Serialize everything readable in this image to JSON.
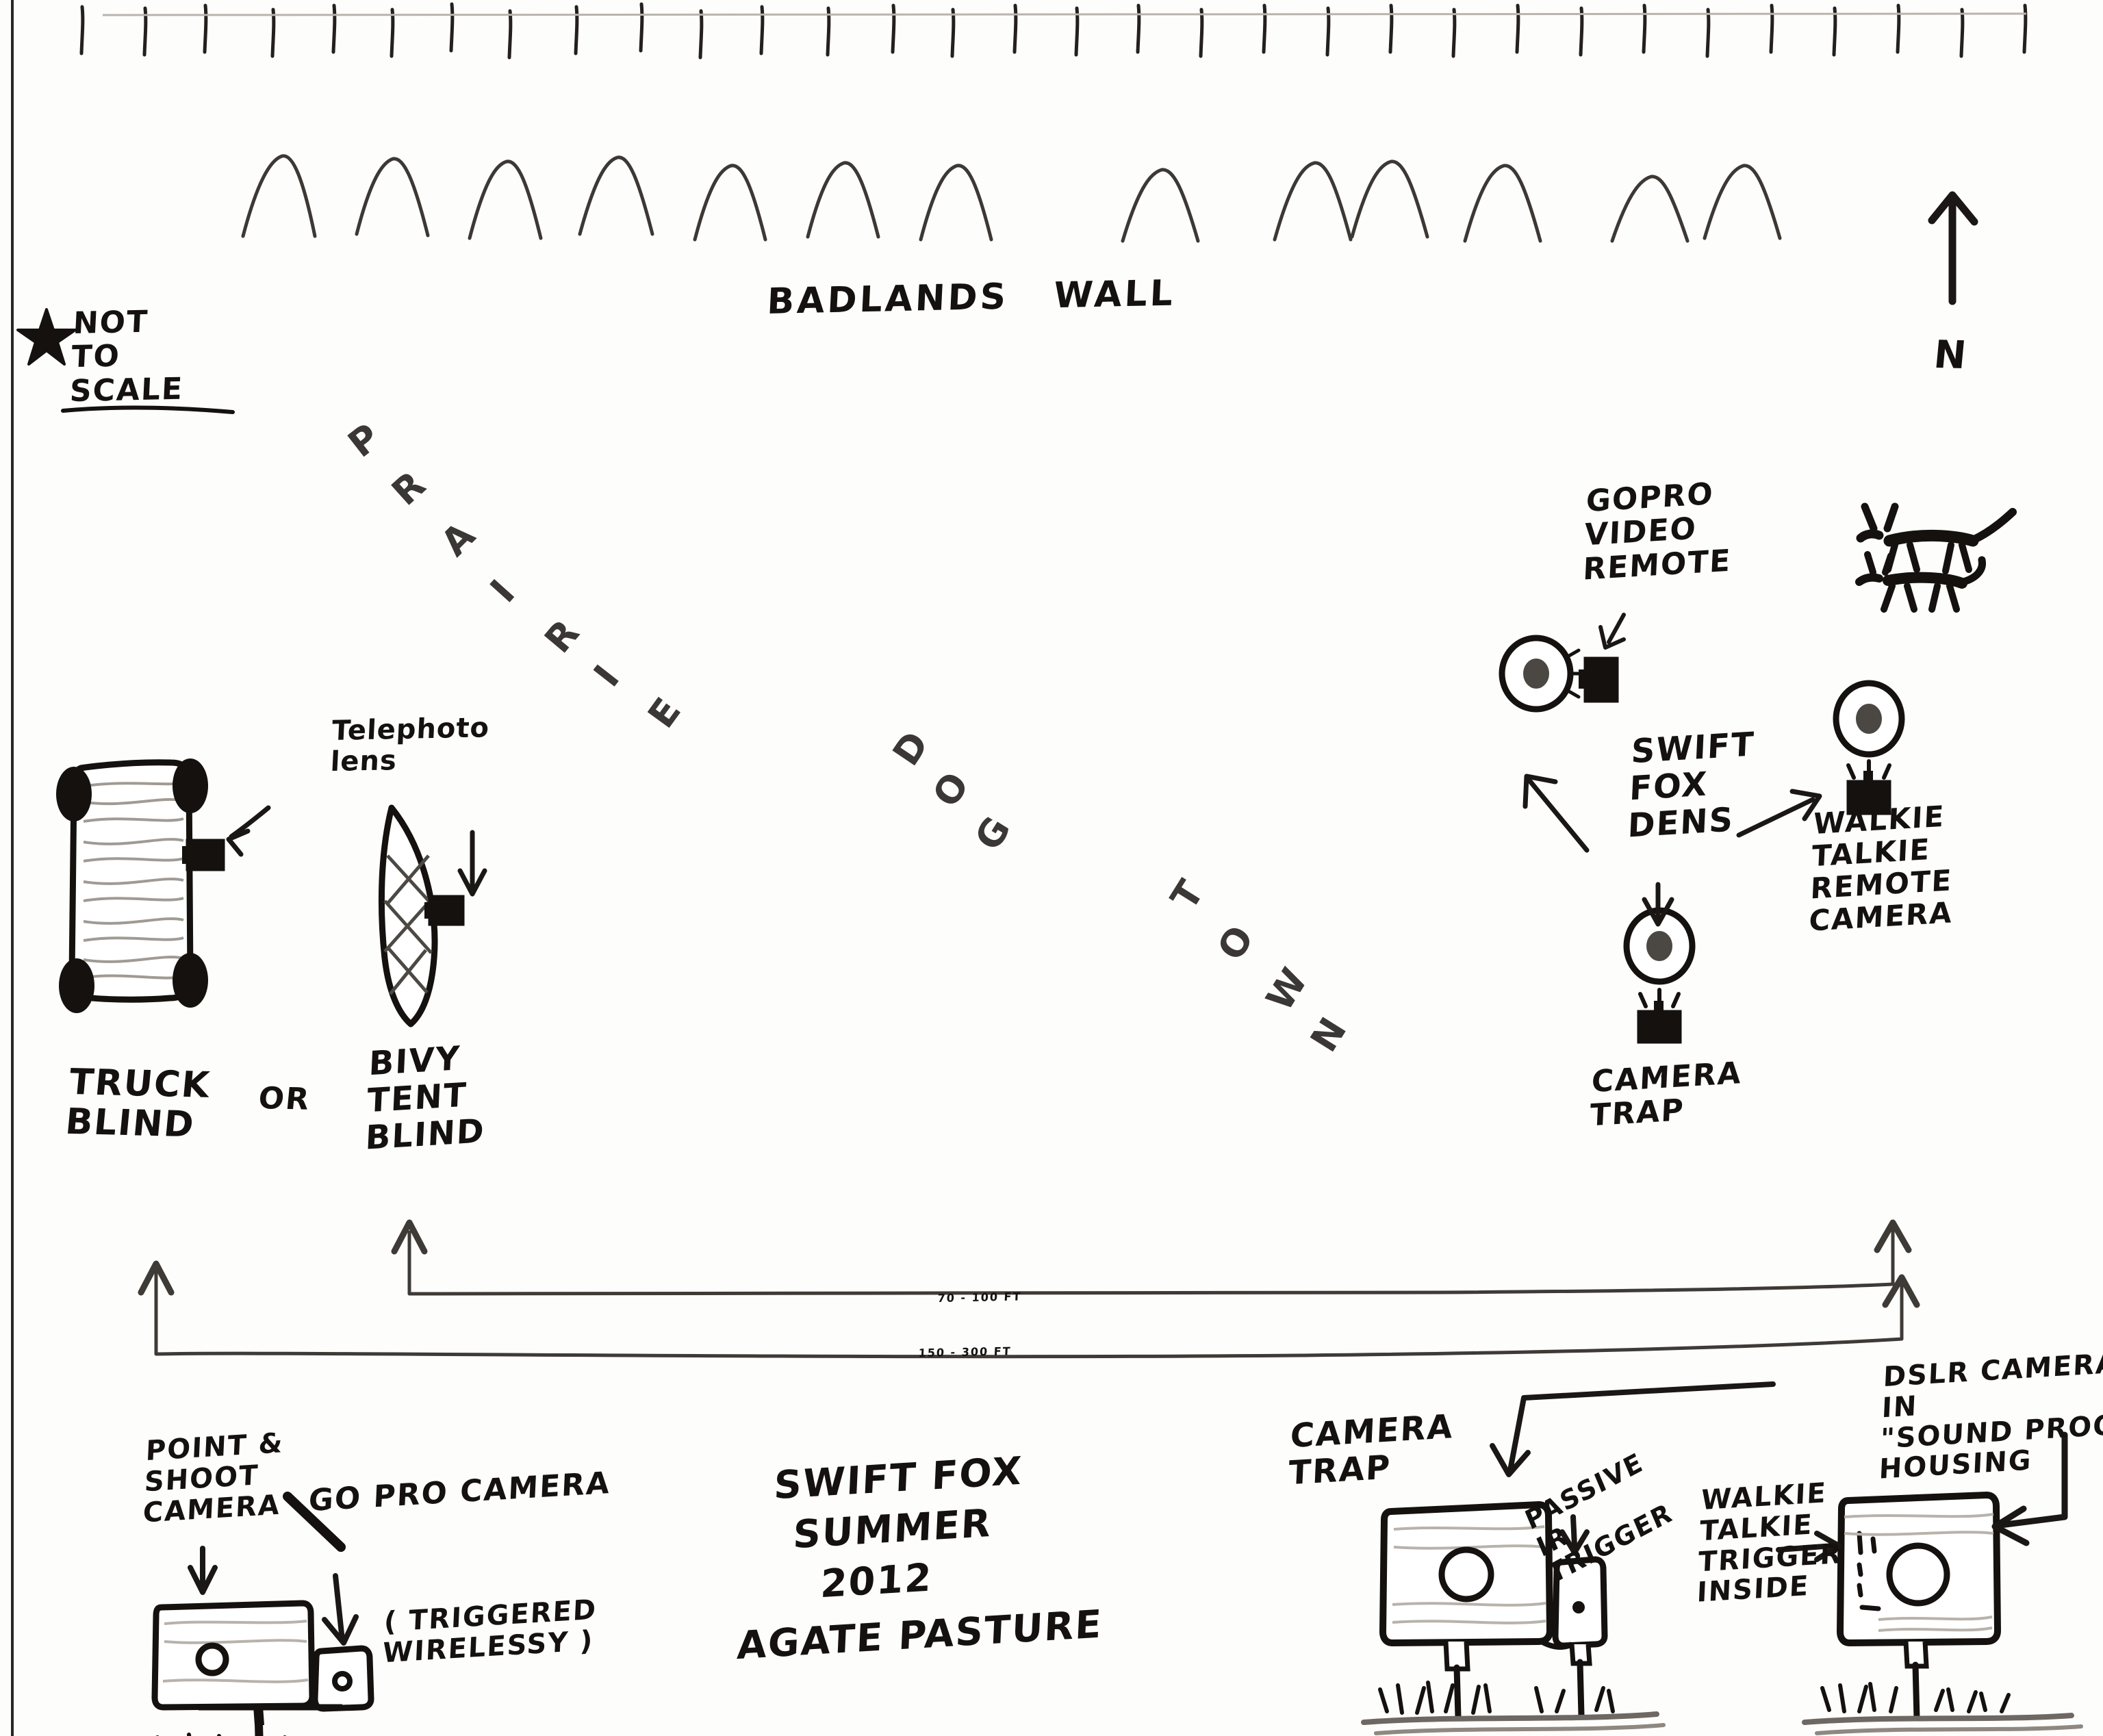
{
  "sheet": {
    "background_color": "#fdfdfc",
    "ink_color": "#14110f",
    "pencil_color": "#5d5954"
  },
  "notes": {
    "not_to_scale": "NOT\nTO\nSCALE",
    "not_to_scale_star": "★",
    "north_label": "N"
  },
  "landscape": {
    "badlands_wall_label": "BADLANDS   WALL",
    "prairie_dog_town_label": "PRAIRIE DOG TOWN",
    "prairie_dog_town_letters": [
      "P",
      "R",
      "A",
      "I",
      "R",
      "I",
      "E",
      "D",
      "O",
      "G",
      "T",
      "O",
      "W",
      "N"
    ]
  },
  "blinds": {
    "telephoto_lens_label": "Telephoto\nlens",
    "truck_blind_label": "TRUCK\nBLIND",
    "or_label": "OR",
    "bivy_tent_blind_label": "BIVY\nTENT\nBLIND"
  },
  "dens": {
    "gopro_video_remote_label": "GoPro\nVIDEO\nREMOTE",
    "swift_fox_dens_label": "SWIFT\nFOX\nDENS",
    "walkie_talkie_remote_camera_label": "WALKIE\nTALKIE\nREMOTE\nCAMERA",
    "camera_trap_label": "CAMERA\nTRAP"
  },
  "distances": {
    "near_range": "70 - 100 ft",
    "far_range": "150 - 300 ft"
  },
  "title_block": {
    "line1": "SWIFT FOX",
    "line2": "SUMMER",
    "line3": "2012",
    "line4": "AGATE PASTURE"
  },
  "rig_left": {
    "point_shoot_camera_label": "POINT &\nSHOOT\nCAMERA",
    "gopro_camera_label": "GO PRO CAMERA",
    "triggered_wirelessly_label": "( TRIGGERED\nWIRELESSY )"
  },
  "rig_center": {
    "camera_trap_label": "CAMERA\nTRAP",
    "passive_ir_trigger_label": "PASSIVE\nIR\nTRIGGER"
  },
  "rig_right": {
    "dslr_camera_label": "DSLR CAMERA\nIN\n\"SOUND PROOF\"\nHOUSING",
    "walkie_talkie_trigger_label": "WALKIE\nTALKIE\nTRIGGER\nINSIDE"
  },
  "chart_data": {
    "type": "diagram",
    "title": "SWIFT FOX SUMMER 2012 — AGATE PASTURE field layout",
    "orientation": "north is up",
    "distance_annotations": [
      {
        "label": "70 - 100 ft",
        "from": "bivy tent blind",
        "to": "swift fox dens"
      },
      {
        "label": "150 - 300 ft",
        "from": "truck blind",
        "to": "swift fox dens"
      }
    ],
    "features": [
      {
        "name": "Badlands Wall",
        "position": "top of sheet"
      },
      {
        "name": "Prairie Dog Town",
        "position": "diagonal center, sloping down-right"
      },
      {
        "name": "Swift Fox Dens",
        "position": "right side, three den holes"
      },
      {
        "name": "Truck Blind",
        "position": "left"
      },
      {
        "name": "Bivy Tent Blind",
        "position": "left-center"
      }
    ],
    "equipment": [
      {
        "name": "Telephoto lens",
        "count": 2
      },
      {
        "name": "GoPro video remote",
        "count": 1
      },
      {
        "name": "Walkie talkie remote camera",
        "count": 1
      },
      {
        "name": "Camera trap",
        "count": 2
      },
      {
        "name": "Point & shoot camera",
        "count": 1
      },
      {
        "name": "GoPro camera (triggered wirelessly)",
        "count": 1
      },
      {
        "name": "Passive IR trigger",
        "count": 1
      },
      {
        "name": "DSLR camera in sound proof housing",
        "count": 1
      },
      {
        "name": "Walkie talkie trigger inside",
        "count": 1
      }
    ],
    "fox_sketches": 2,
    "den_holes": 3
  }
}
